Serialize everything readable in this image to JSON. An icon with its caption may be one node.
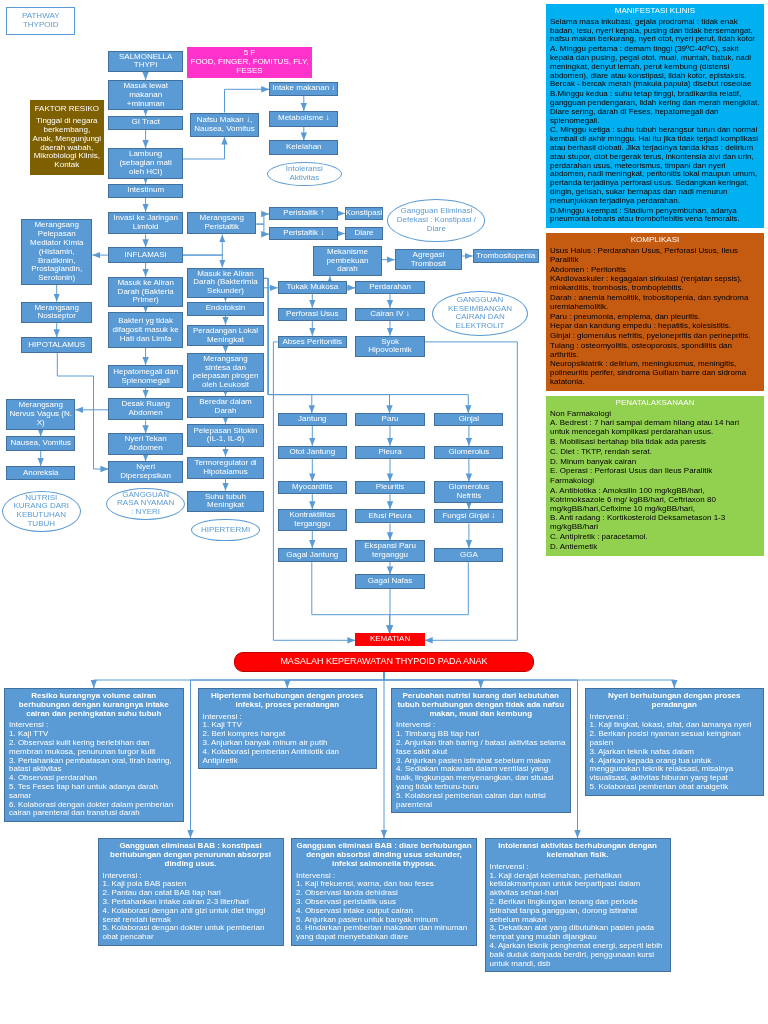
{
  "diagram": {
    "nodes": [
      {
        "text": [
          "PATHWAY THYPOID"
        ]
      },
      {
        "text": [
          "SALMONELLA THYPI"
        ]
      },
      {
        "text": [
          "5 F",
          "FOOD, FINGER, FOMITUS, FLY, FESES"
        ]
      },
      {
        "text": [
          "Masuk lewat makanan +minuman"
        ]
      },
      {
        "text": [
          "GI Tract"
        ]
      },
      {
        "text": [
          "Lambung (sebagian mati oleh HCl)"
        ]
      },
      {
        "text": [
          "Intestinum"
        ]
      },
      {
        "text": [
          "Invasi ke Jaringan Limfoid"
        ]
      },
      {
        "text": [
          "INFLAMASI"
        ]
      },
      {
        "text": [
          "Masuk ke Aliran Darah (Bakteria Primer)"
        ]
      },
      {
        "text": [
          "Bakteri yg tidak difagosit masuk ke Hati dan Limfa"
        ]
      },
      {
        "text": [
          "Hepatomegali dan Splenomegali"
        ]
      },
      {
        "text": [
          "Desak Ruang Abdomen"
        ]
      },
      {
        "text": [
          "Nyeri Tekan Abdomen"
        ]
      },
      {
        "text": [
          "Nyeri Dipersepsikan"
        ]
      },
      {
        "text": [
          "GANGGUAN RASA NYAMAN : NYERI"
        ]
      },
      {
        "text": [
          "FAKTOR RESIKO",
          "Tinggal di negara berkembang, Anak, Mengunjungi daerah wabah, Mikrobiologi Klinis, Kontak"
        ]
      },
      {
        "text": [
          "Merangsang Pelepasan Mediator Kimia (Histamin, Bradikinin, Prostaglandin, Serotonin)"
        ]
      },
      {
        "text": [
          "Merangsang Nosiseptor"
        ]
      },
      {
        "text": [
          "HIPOTALAMUS"
        ]
      },
      {
        "text": [
          "Merangsang Nervus Vagus (N. X)"
        ]
      },
      {
        "text": [
          "Nausea, Vomitus"
        ]
      },
      {
        "text": [
          "Anoreksia"
        ]
      },
      {
        "text": [
          "NUTRISI KURANG DARI KEBUTUHAN TUBUH"
        ]
      },
      {
        "text": [
          "Nafsu Makan ↓, Nausea, Vomitus"
        ]
      },
      {
        "text": [
          "Intake makanan ↓"
        ]
      },
      {
        "text": [
          "Metabolisme ↓"
        ]
      },
      {
        "text": [
          "Kelelahan"
        ]
      },
      {
        "text": [
          "Intoleransi Aktivitas"
        ]
      },
      {
        "text": [
          "Merangsang Peristaltik"
        ]
      },
      {
        "text": [
          "Peristaltik ↑"
        ]
      },
      {
        "text": [
          "Peristaltik ↓"
        ]
      },
      {
        "text": [
          "Konstipasi"
        ]
      },
      {
        "text": [
          "Diare"
        ]
      },
      {
        "text": [
          "Gangguan Eliminasi Defekasi : Konstipasi / Diare"
        ]
      },
      {
        "text": [
          "Mekanisme pembekuan darah"
        ]
      },
      {
        "text": [
          "Agregasi Trombosit"
        ]
      },
      {
        "text": [
          "Trombositopenia"
        ]
      },
      {
        "text": [
          "Masuk ke Aliran Darah (Bakterimia Sekunder)"
        ]
      },
      {
        "text": [
          "Endotoksin"
        ]
      },
      {
        "text": [
          "Peradangan Lokal Meningkat"
        ]
      },
      {
        "text": [
          "Merangsang sintesa dan pelepasan pirogen oleh Leukosit"
        ]
      },
      {
        "text": [
          "Beredar dalam Darah"
        ]
      },
      {
        "text": [
          "Pelepasan Sitokin (IL-1, IL-6)"
        ]
      },
      {
        "text": [
          "Termoregulator di Hipotalamus"
        ]
      },
      {
        "text": [
          "Suhu tubuh Meningkat"
        ]
      },
      {
        "text": [
          "HIPERTERMI"
        ]
      },
      {
        "text": [
          "Tukak Mukosa"
        ]
      },
      {
        "text": [
          "Perforasi Usus"
        ]
      },
      {
        "text": [
          "Abses Peritonitis"
        ]
      },
      {
        "text": [
          "Perdarahan"
        ]
      },
      {
        "text": [
          "Cairan IV ↓"
        ]
      },
      {
        "text": [
          "Syok Hipovolemik"
        ]
      },
      {
        "text": [
          "GANGGUAN KESEIMBANGAN CAIRAN DAN ELEKTROLIT"
        ]
      },
      {
        "text": [
          "Jantung"
        ]
      },
      {
        "text": [
          "Otot Jantung"
        ]
      },
      {
        "text": [
          "Myocarditis"
        ]
      },
      {
        "text": [
          "Kontraktilitas terganggu"
        ]
      },
      {
        "text": [
          "Gagal Jantung"
        ]
      },
      {
        "text": [
          "Paru"
        ]
      },
      {
        "text": [
          "Pleura"
        ]
      },
      {
        "text": [
          "Pleuritis"
        ]
      },
      {
        "text": [
          "Efusi Pleura"
        ]
      },
      {
        "text": [
          "Ekspansi Paru terganggu"
        ]
      },
      {
        "text": [
          "Gagal Nafas"
        ]
      },
      {
        "text": [
          "Ginjal"
        ]
      },
      {
        "text": [
          "Glomerolus"
        ]
      },
      {
        "text": [
          "Glomerolus Nefritis"
        ]
      },
      {
        "text": [
          "Fungsi Ginjal ↓"
        ]
      },
      {
        "text": [
          "GGA"
        ]
      },
      {
        "text": [
          "KEMATIAN"
        ]
      },
      {
        "text": [
          "MANIFESTASI KLINIS",
          "Selama masa inkubasi, gejala prodromal : tidak enak badan, lesu, nyeri kepala, pusing dan tidak bersemangat, nafsu makan berkurang, nyeri otot, nyeri perut, lidah kotor",
          "A. Minggu pertama : demam tinggi (39ºC-40ºC), sakit kepala dan pusing, pegal otot, mual, muntah, batuk, nadi meningkat, denyut lemah, perut kembung (distensi abdomen), diare atau konstipasi, lidah kotor, epistaksis. Bercak - bercak merah (makula papula) disebut roseolae",
          "B.Minggu kedua : suhu tetap tinggi, bradikardia relatif, gangguan pendengaran, lidah kering dan merah mengkilat. Diare sering, darah di Feses, hepatomegali dan splenomegali.",
          "C. Minggu ketiga : suhu tubuh berangsur turun dan normal kembali di akhir minggu. Hal itu jika tidak terjadi komplikasi atau berhasil diobati. Jika terjadinya tanda khas : delirium atau stupor, otot bergerak terus, inkontensia alvi dan urin, perdarahan usus, meteorismus, timpani dan nyeri abdomen, nadi meningkat, peritonitis lokal maupun umum, pertanda terjadinya perforasi usus. Sedangkan keringat, dingin, gelisah, sukar bernapas dan nadi menurun menunjukkan terjadinya perdarahan.",
          "D.Minggu keempat : Stadium penyembuhan, adanya pneumonia lobaris atau tromboflebitis vena femoralis."
        ]
      },
      {
        "text": [
          "KOMPLIKASI",
          "Usus Halus : Perdarahan Usus, Perforasi Usus, Ileus Paralitik",
          "Abdomen : Peritonitis",
          "KArdiovaskuler : kegagalan sirkulasi (renjatan sepsis), miokarditis, trombosis, tromboplebitis.",
          "Darah : anemia hemolitik, trobositopenia, dan syndroma uremiahemolitik.",
          "Paru : pneumonia, empiema, dan pleuritis.",
          "Hepar dan kandung empedu : hepatitis, kolesistitis.",
          "Ginjal : glomerulus nefritis, pyelonepritis dan perinepritis.",
          "Tulang : osteomyolitis, osteoporosis, spondilitis dan arthritis.",
          "Neuropsikiatrik : delirium, meningiusmus, meningitis, polineuritis perifer, sindroma Guillain barre dan sidroma katatonia."
        ]
      },
      {
        "text": [
          "PENATALAKSANAAN",
          "Non Farmakologi",
          "A. Bedrest : 7 hari sampai demam hilang atau 14 hari untuk mencegah komplikasi perdarahan usus.",
          "B. Mobilisasi bertahap bila tidak ada paresis",
          "C. Diet : TKTP, rendah serat.",
          "D. Minum banyak cairan",
          "E. Operasi : Perforasi Usus dan Ileus Paralitik",
          "Farmakologi",
          "A. Antibiotika : Amoksilin 100 mg/kgBB/hari, Kotrimoksazole 6 mg/ kgBB/hari, Ceftriaxon 80 mg/kgBB/hari,Cefixime 10 mg/kgBB/hari,",
          "B. Anti radang : Kortikosteroid Deksametason 1-3 mg/kgBB/hari",
          "C. Antipiretik : paracetamol.",
          "D. Antiemetik"
        ]
      },
      {
        "text": [
          "MASALAH KEPERAWATAN THYPOID PADA ANAK"
        ]
      },
      {
        "text": [
          "Resiko kurangnya volume cairan berhubungan dengan kurangnya intake cairan dan peningkatan suhu tubuh",
          "Intervensi :",
          "1. Kaji TTV",
          "2. Observasi kulit kering berlebihan dan membran mukosa, penurunan turgor kulit",
          "3. Pertahankan pembatasan oral, tirah baring, batasi aktivitas",
          "4. Observasi perdarahan",
          "5. Tes Feses tiap hari untuk adanya darah samar",
          "6. Kolaborasi dengan dokter dalam pemberian cairan parenteral dan transfusi darah"
        ]
      },
      {
        "text": [
          "Hipertermi berhubungan dengan proses infeksi, proses peradangan",
          "Intervensi :",
          "1. Kaji TTV",
          "2. Beri kompres hangat",
          "3. Anjurkan banyak minum air putih",
          "4. Kolaborasi pemberian Antibiotik dan Antipiretik"
        ]
      },
      {
        "text": [
          "Perubahan nutrisi kurang dari kebutuhan tubuh berhubungan dengan tidak ada nafsu makan, mual dan kembung",
          "Intervensi :",
          "1. Timbang BB tiap hari",
          "2. Anjurkan tirah baring / batasi aktivitas selama fase sakit akut",
          "3. Anjurkan pasien istirahat sebelum makan",
          "4. Sediakan makanan dalam ventilasi yang baik, lingkungan menyenangkan, dan situasi yang tidak terburu-buru",
          "5. Kolaborasi pemberian cairan dan nutrisi parenteral"
        ]
      },
      {
        "text": [
          "Nyeri berhubungan dengan proses peradangan",
          "Intervensi :",
          "1. Kaji tingkat, lokasi, sifat, dan lamanya nyeri",
          "2. Berikan posisi nyaman sesuai keinginan pasien",
          "3. Ajarkan teknik nafas dalam",
          "4. Ajarkan kepada orang tua untuk menggunakan teknik relaksasi, misalnya visualisasi, aktivitas hiburan yang tepat",
          "5. Kolaborasi pemberian obat analgetik"
        ]
      },
      {
        "text": [
          "Gangguan eliminasi BAB : konstipasi berhubungan dengan penurunan absorpsi dinding usus.",
          "Intervensi :",
          "1. Kaji pola BAB pasien",
          "2. Pantau dan catat BAB tiap hari",
          "3. Pertahankan intake cairan 2-3 liter/hari",
          "4. Kolaborasi dengan ahli gizi untuk diet tinggi serat rendah lemak",
          "5. Kolaborasi dengan dokter untuk pemberian obat pencahar"
        ]
      },
      {
        "text": [
          "Gangguan eliminasi BAB : diare berhubungan dengan absorbsi dinding usus sekunder, infeksi salmonella thyposa.",
          "Intervensi :",
          "1. Kaji frekuensi, warna, dan bau feses",
          "2. Observasi tanda dehidrasi",
          "3. Observasi peristaltik usus",
          "4. Observasi intake output cairan",
          "5. Anjurkan pasien untuk banyak minum",
          "6. Hindarkan pemberian makanan dan minuman yang dapat menyebabkan diare"
        ]
      },
      {
        "text": [
          "Intoleransi aktivitas berhubungan dengan kelemahan fisik.",
          "Intervensi :",
          "1. Kaji derajat kelemahan, perhatikan ketidakmampuan untuk berpartipasi dalam aktivitas sehari-hari",
          "2. Berikan lingkungan tenang dan periode istirahat tanpa gangguan, dorong istirahat sebelum makan",
          "3, Dekatkan alat yang dibutuhkan pasien pada tempat yang mudah dijangkau",
          "4. Ajarkan teknik penghemat energi, seperti lebih baik duduk daripada berdiri, penggunaan kursi untuk mandi, dsb"
        ]
      }
    ],
    "edges": [
      {
        "from": 1,
        "to": 3,
        "arrow": "to"
      },
      {
        "from": 3,
        "to": 4,
        "arrow": "to"
      },
      {
        "from": 4,
        "to": 5,
        "arrow": "to"
      },
      {
        "from": 5,
        "to": 6,
        "arrow": "to"
      },
      {
        "from": 6,
        "to": 7,
        "arrow": "to"
      },
      {
        "from": 7,
        "to": 8,
        "arrow": "to"
      },
      {
        "from": 8,
        "to": 9,
        "arrow": "to"
      },
      {
        "from": 9,
        "to": 10,
        "arrow": "to"
      },
      {
        "from": 10,
        "to": 11,
        "arrow": "to"
      },
      {
        "from": 11,
        "to": 12,
        "arrow": "to"
      },
      {
        "from": 12,
        "to": 13,
        "arrow": "to"
      },
      {
        "from": 13,
        "to": 14,
        "arrow": "to"
      },
      {
        "from": 5,
        "to": 24,
        "arrow": "to"
      },
      {
        "from": 24,
        "to": 25,
        "arrow": "to"
      },
      {
        "from": 25,
        "to": 26,
        "arrow": "to"
      },
      {
        "from": 26,
        "to": 27,
        "arrow": "to"
      },
      {
        "from": 8,
        "to": 17,
        "arrow": "to"
      },
      {
        "from": 17,
        "to": 18,
        "arrow": "to"
      },
      {
        "from": 18,
        "to": 19,
        "arrow": "to"
      },
      {
        "from": 19,
        "to": 14,
        "arrow": "to"
      },
      {
        "from": 12,
        "to": 20,
        "arrow": "to"
      },
      {
        "from": 20,
        "to": 21,
        "arrow": "to"
      },
      {
        "from": 21,
        "to": 22,
        "arrow": "to"
      },
      {
        "from": 8,
        "to": 29,
        "arrow": "to"
      },
      {
        "from": 8,
        "to": 38,
        "arrow": "to"
      },
      {
        "from": 29,
        "to": 30,
        "arrow": "to"
      },
      {
        "from": 29,
        "to": 31,
        "arrow": "to"
      },
      {
        "from": 30,
        "to": 32,
        "arrow": "to"
      },
      {
        "from": 31,
        "to": 33,
        "arrow": "to"
      },
      {
        "from": 38,
        "to": 47,
        "arrow": "to"
      },
      {
        "from": 47,
        "to": 35,
        "arrow": "to"
      },
      {
        "from": 35,
        "to": 36,
        "arrow": "to"
      },
      {
        "from": 36,
        "to": 37,
        "arrow": "to"
      },
      {
        "from": 47,
        "to": 50,
        "arrow": "to"
      },
      {
        "from": 47,
        "to": 48,
        "arrow": "to"
      },
      {
        "from": 48,
        "to": 49,
        "arrow": "to"
      },
      {
        "from": 50,
        "to": 51,
        "arrow": "to"
      },
      {
        "from": 51,
        "to": 52,
        "arrow": "to"
      },
      {
        "from": 38,
        "to": 39,
        "arrow": "to"
      },
      {
        "from": 39,
        "to": 40,
        "arrow": "to"
      },
      {
        "from": 40,
        "to": 41,
        "arrow": "to"
      },
      {
        "from": 41,
        "to": 42,
        "arrow": "to"
      },
      {
        "from": 42,
        "to": 43,
        "arrow": "to"
      },
      {
        "from": 43,
        "to": 44,
        "arrow": "to"
      },
      {
        "from": 44,
        "to": 45,
        "arrow": "to"
      },
      {
        "from": 38,
        "to": 54,
        "arrow": "to"
      },
      {
        "from": 38,
        "to": 59,
        "arrow": "to"
      },
      {
        "from": 38,
        "to": 65,
        "arrow": "to"
      },
      {
        "from": 54,
        "to": 55,
        "arrow": "to"
      },
      {
        "from": 55,
        "to": 56,
        "arrow": "to"
      },
      {
        "from": 56,
        "to": 57,
        "arrow": "to"
      },
      {
        "from": 57,
        "to": 58,
        "arrow": "to"
      },
      {
        "from": 59,
        "to": 60,
        "arrow": "to"
      },
      {
        "from": 60,
        "to": 61,
        "arrow": "to"
      },
      {
        "from": 61,
        "to": 62,
        "arrow": "to"
      },
      {
        "from": 62,
        "to": 63,
        "arrow": "to"
      },
      {
        "from": 63,
        "to": 64,
        "arrow": "to"
      },
      {
        "from": 65,
        "to": 66,
        "arrow": "to"
      },
      {
        "from": 66,
        "to": 67,
        "arrow": "to"
      },
      {
        "from": 67,
        "to": 68,
        "arrow": "to"
      },
      {
        "from": 68,
        "to": 69,
        "arrow": "to"
      },
      {
        "from": 58,
        "to": 70,
        "arrow": "to"
      },
      {
        "from": 64,
        "to": 70,
        "arrow": "to"
      },
      {
        "from": 69,
        "to": 70,
        "arrow": "to"
      },
      {
        "from": 49,
        "to": 70,
        "arrow": "to"
      },
      {
        "from": 52,
        "to": 70,
        "arrow": "to"
      },
      {
        "from": 74,
        "to": 75,
        "arrow": "to"
      },
      {
        "from": 74,
        "to": 76,
        "arrow": "to"
      },
      {
        "from": 74,
        "to": 77,
        "arrow": "to"
      },
      {
        "from": 74,
        "to": 78,
        "arrow": "to"
      },
      {
        "from": 74,
        "to": 79,
        "arrow": "to"
      },
      {
        "from": 74,
        "to": 80,
        "arrow": "to"
      },
      {
        "from": 74,
        "to": 81,
        "arrow": "to"
      }
    ]
  }
}
